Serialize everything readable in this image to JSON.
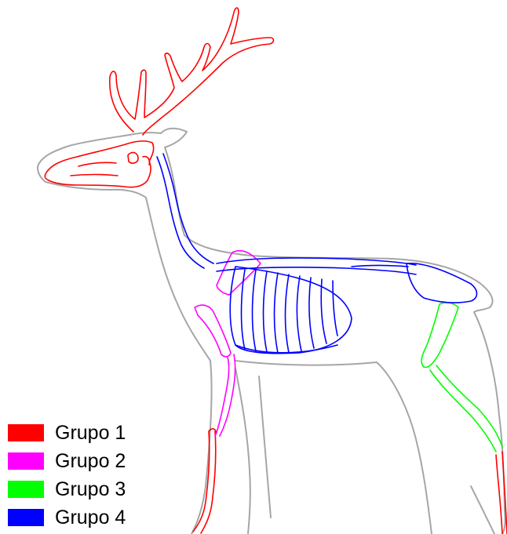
{
  "legend": {
    "items": [
      {
        "label": "Grupo 1",
        "color": "#ff0000"
      },
      {
        "label": "Grupo 2",
        "color": "#ff00ff"
      },
      {
        "label": "Grupo 3",
        "color": "#00ff00"
      },
      {
        "label": "Grupo 4",
        "color": "#0000ff"
      }
    ]
  },
  "colors": {
    "outline": "#a6a6a6",
    "group1": "#ff0000",
    "group2": "#ff00ff",
    "group3": "#00ff00",
    "group4": "#0000ff"
  }
}
